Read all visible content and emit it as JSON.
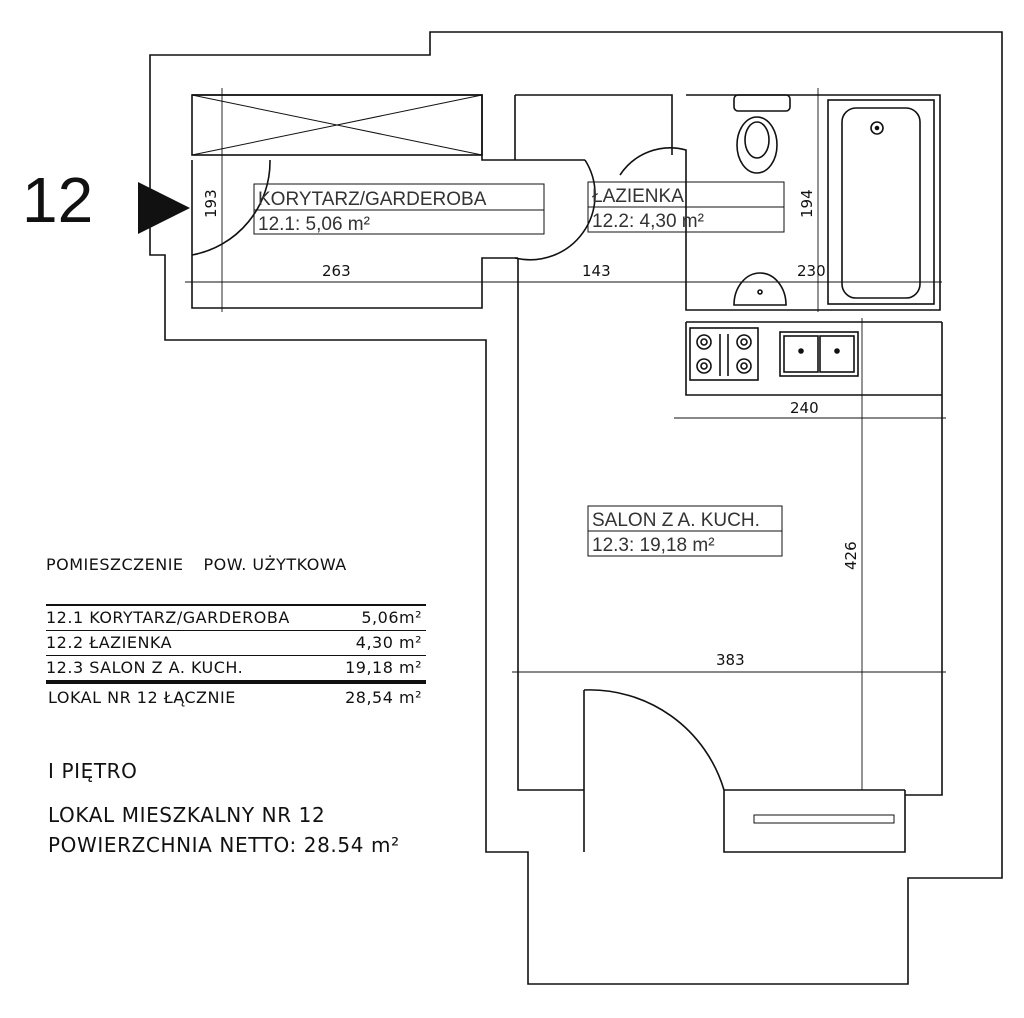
{
  "unit_number": "12",
  "rooms": [
    {
      "name": "KORYTARZ/GARDEROBA",
      "area_label": "12.1: 5,06 m²"
    },
    {
      "name": "ŁAZIENKA",
      "area_label": "12.2: 4,30 m²"
    },
    {
      "name": "SALON Z A. KUCH.",
      "area_label": "12.3: 19,18 m²"
    }
  ],
  "dimensions": [
    "193",
    "263",
    "143",
    "194",
    "230",
    "240",
    "426",
    "383"
  ],
  "legend": {
    "header_room": "POMIESZCZENIE",
    "header_area": "POW. UŻYTKOWA",
    "rows": [
      {
        "label": "12.1 KORYTARZ/GARDEROBA",
        "value": "5,06m²"
      },
      {
        "label": "12.2 ŁAZIENKA",
        "value": "4,30 m²"
      },
      {
        "label": "12.3 SALON Z A. KUCH.",
        "value": "19,18 m²"
      }
    ],
    "total_label": "LOKAL NR 12 ŁĄCZNIE",
    "total_value": "28,54 m²"
  },
  "info": {
    "floor": "I PIĘTRO",
    "unit_title": "LOKAL MIESZKALNY NR 12",
    "net_area": "POWIERZCHNIA NETTO: 28.54 m²"
  }
}
